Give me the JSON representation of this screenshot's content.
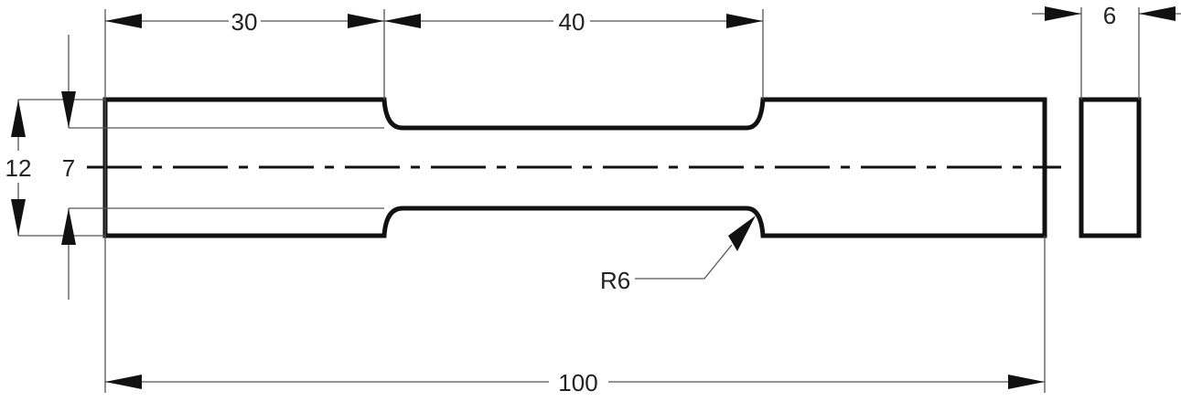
{
  "drawing": {
    "dimensions": {
      "left_shoulder_length": "30",
      "gauge_length": "40",
      "total_length": "100",
      "thickness": "6",
      "overall_width": "12",
      "gauge_width": "7",
      "fillet_radius": "R6"
    },
    "line_color": "#111111"
  }
}
